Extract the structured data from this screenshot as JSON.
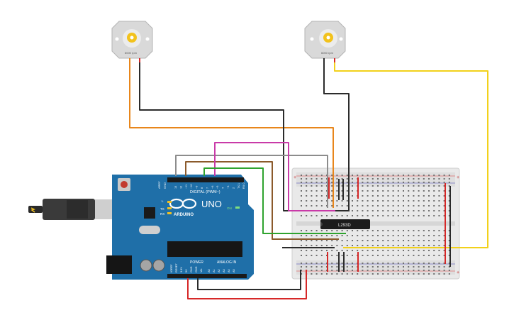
{
  "motors": [
    {
      "label": "6000 rpm"
    },
    {
      "label": "6000 rpm"
    }
  ],
  "arduino": {
    "brand": "ARDUINO",
    "model": "UNO",
    "digital_header": "DIGITAL (PWM~)",
    "power_label": "POWER",
    "analog_label": "ANALOG IN",
    "on_label": "ON",
    "tx_label": "TX",
    "rx_label": "RX",
    "l_label": "L",
    "aref_label": "AREF",
    "gnd_label": "GND",
    "digital_pins": [
      "13",
      "12",
      "~11",
      "~10",
      "~9",
      "8",
      "7",
      "~6",
      "~5",
      "4",
      "~3",
      "2",
      "TX 1",
      "RX 0"
    ],
    "power_pins": [
      "IOREF",
      "RESET",
      "3.3V",
      "5V",
      "GND",
      "GND",
      "Vin"
    ],
    "analog_pins": [
      "A0",
      "A1",
      "A2",
      "A3",
      "A4",
      "A5"
    ]
  },
  "breadboard": {
    "chip_label": "L293D",
    "plus": "+",
    "minus": "-"
  },
  "colors": {
    "orange_wire": "#e8861b",
    "black_wire": "#2b2b2b",
    "yellow_wire": "#f2d11b",
    "red_wire": "#d62828",
    "gray_wire": "#8c8c8c",
    "brown_wire": "#8b5a2b",
    "magenta_wire": "#c93aa8",
    "green_wire": "#2ea32e",
    "arduino_blue": "#1f6fa8"
  }
}
